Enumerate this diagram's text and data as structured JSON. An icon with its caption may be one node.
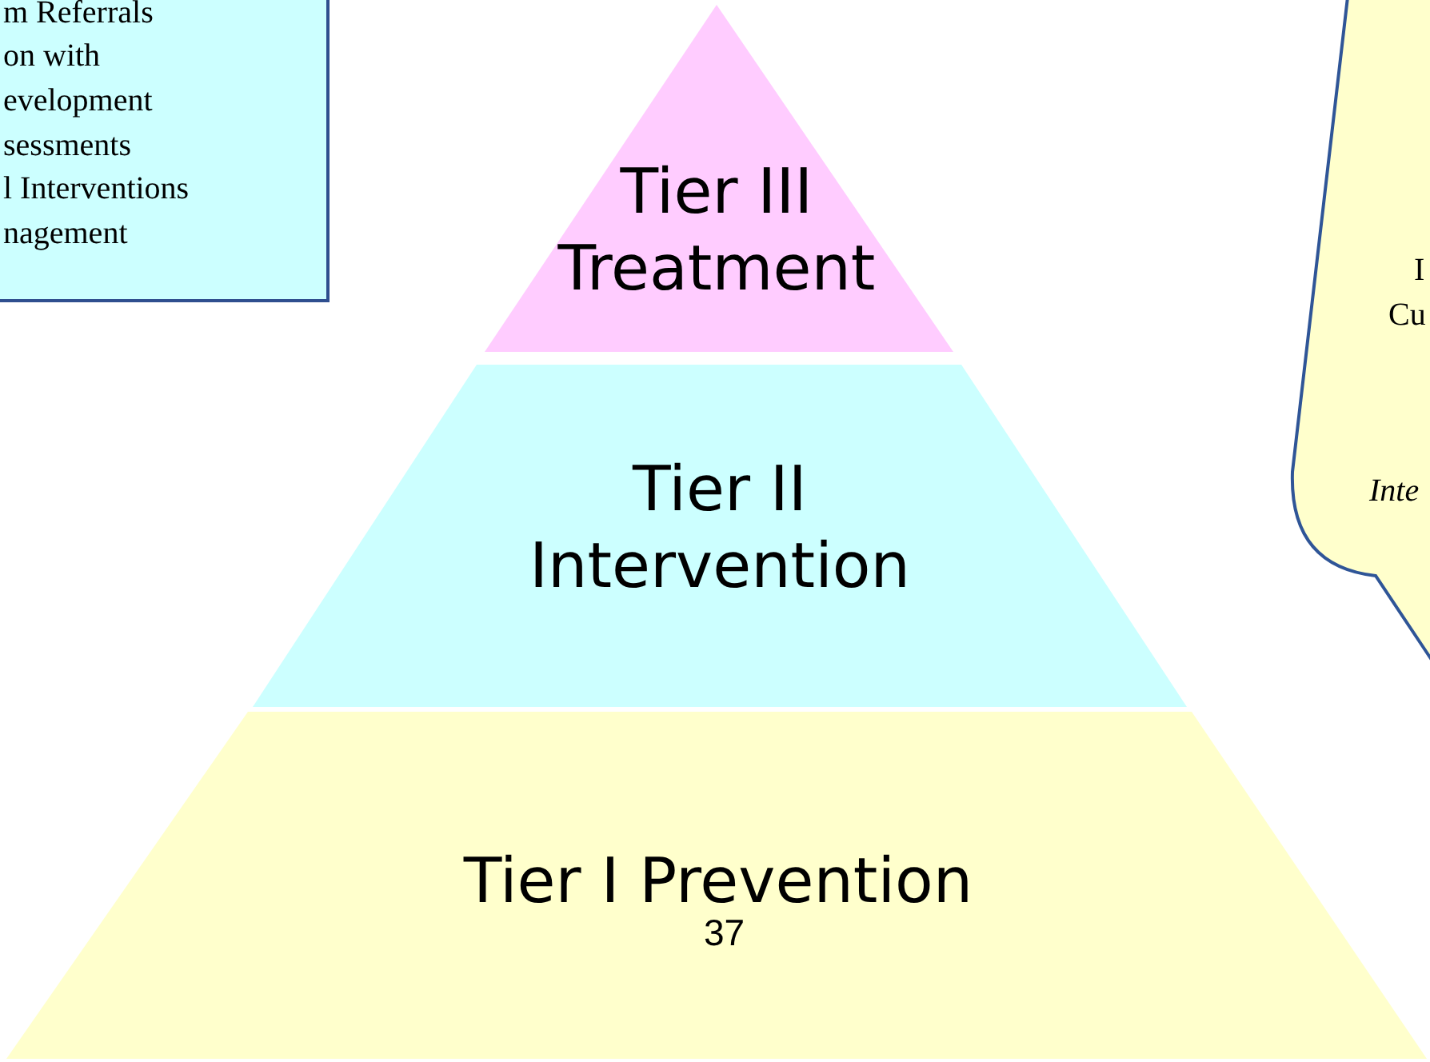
{
  "diagram": {
    "nodes": [
      {
        "text": [
          "m Referrals",
          "on with",
          "evelopment",
          "sessments",
          "l Interventions",
          "nagement"
        ]
      },
      {
        "text": [
          "I",
          "Cu",
          "Inte"
        ]
      },
      {
        "text": [
          "Tier III Treatment"
        ]
      },
      {
        "text": [
          "Tier II Intervention"
        ]
      },
      {
        "text": [
          "Tier I Prevention"
        ]
      }
    ],
    "labels": [
      "37"
    ]
  }
}
